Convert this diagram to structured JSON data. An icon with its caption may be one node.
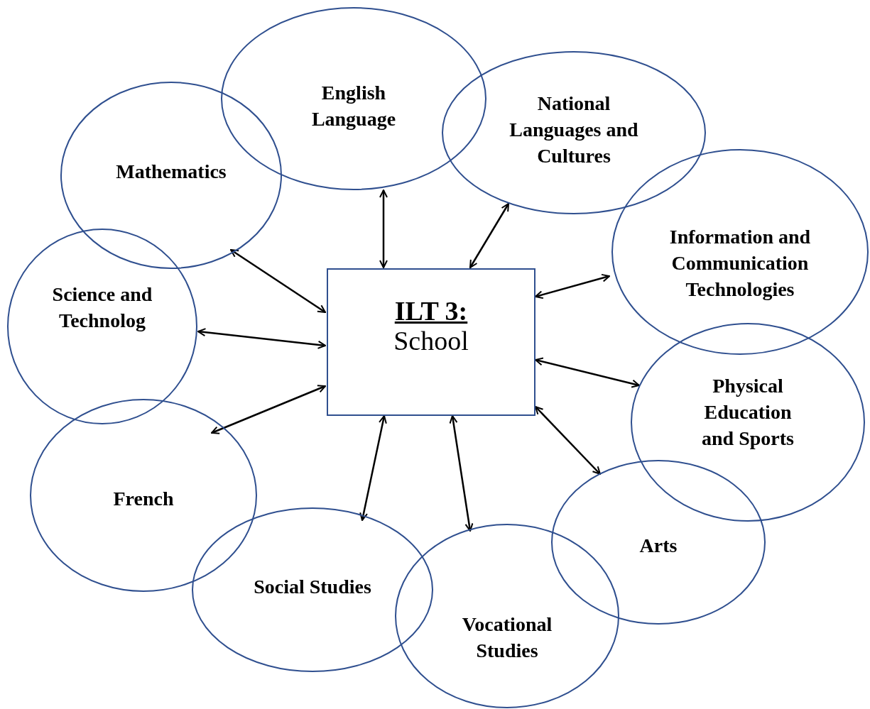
{
  "diagram": {
    "nodes": [
      {
        "text": [
          "ILT 3:",
          "School"
        ]
      },
      {
        "text": [
          "Mathematics"
        ]
      },
      {
        "text": [
          "English Language"
        ]
      },
      {
        "text": [
          "National Languages and Cultures"
        ]
      },
      {
        "text": [
          "Information and Communication Technologies"
        ]
      },
      {
        "text": [
          "Science and Technolog"
        ]
      },
      {
        "text": [
          "Physical Education and Sports"
        ]
      },
      {
        "text": [
          "French"
        ]
      },
      {
        "text": [
          "Arts"
        ]
      },
      {
        "text": [
          "Social Studies"
        ]
      },
      {
        "text": [
          "Vocational Studies"
        ]
      }
    ],
    "edges": [
      {
        "from": 0,
        "to": 1,
        "arrow": "both"
      },
      {
        "from": 0,
        "to": 2,
        "arrow": "both"
      },
      {
        "from": 0,
        "to": 3,
        "arrow": "both"
      },
      {
        "from": 0,
        "to": 4,
        "arrow": "both"
      },
      {
        "from": 0,
        "to": 5,
        "arrow": "both"
      },
      {
        "from": 0,
        "to": 6,
        "arrow": "both"
      },
      {
        "from": 0,
        "to": 7,
        "arrow": "both"
      },
      {
        "from": 0,
        "to": 8,
        "arrow": "both"
      },
      {
        "from": 0,
        "to": 9,
        "arrow": "both"
      },
      {
        "from": 0,
        "to": 10,
        "arrow": "both"
      }
    ]
  }
}
